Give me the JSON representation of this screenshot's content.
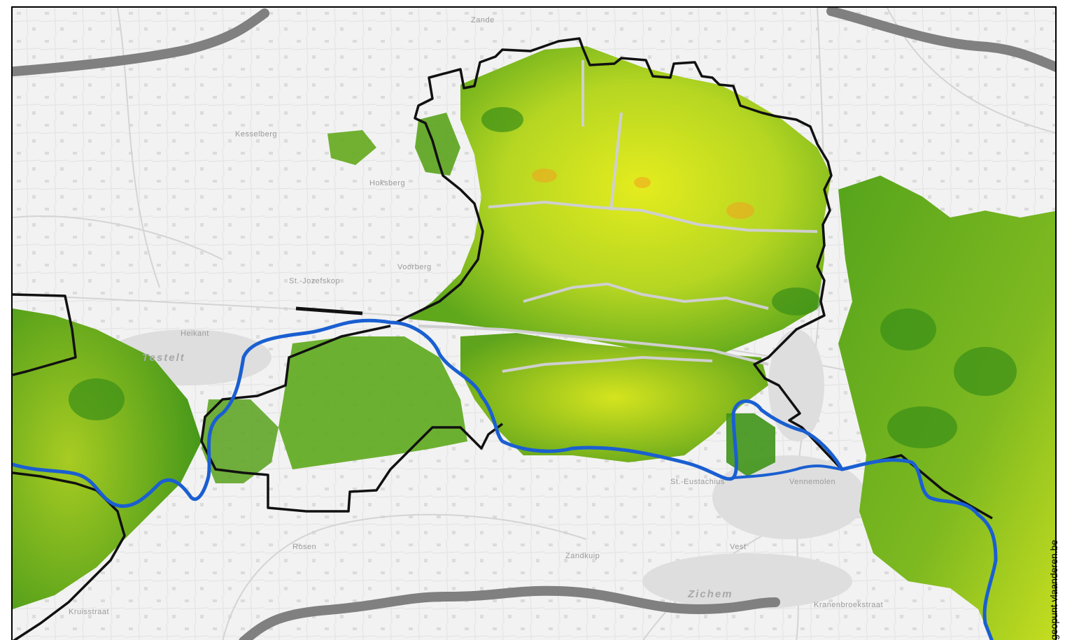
{
  "map": {
    "towns": [
      {
        "name": "Testelt"
      },
      {
        "name": "Zichem"
      }
    ],
    "places": [
      {
        "name": "Zande"
      },
      {
        "name": "Hoksberg"
      },
      {
        "name": "Kesselberg"
      },
      {
        "name": "Voorberg"
      },
      {
        "name": "St.-Jozefskop"
      },
      {
        "name": "Heikant"
      },
      {
        "name": "St.-Eustachius"
      },
      {
        "name": "Vest"
      },
      {
        "name": "Zandkuip"
      },
      {
        "name": "Kranenbroekstraat"
      },
      {
        "name": "Rosen"
      },
      {
        "name": "Kruisstraat"
      },
      {
        "name": "Vennemolen"
      }
    ],
    "colors": {
      "background": "#f2f2f2",
      "boundary": "#111111",
      "river": "#1a5fd1",
      "buffer": "#808080",
      "vegetation_dark": "#4c9e1a",
      "vegetation_mid": "#8cc224",
      "vegetation_light": "#d8e81c",
      "vegetation_hot": "#f0a020"
    }
  },
  "credit": "geopunt vlaanderen.be"
}
